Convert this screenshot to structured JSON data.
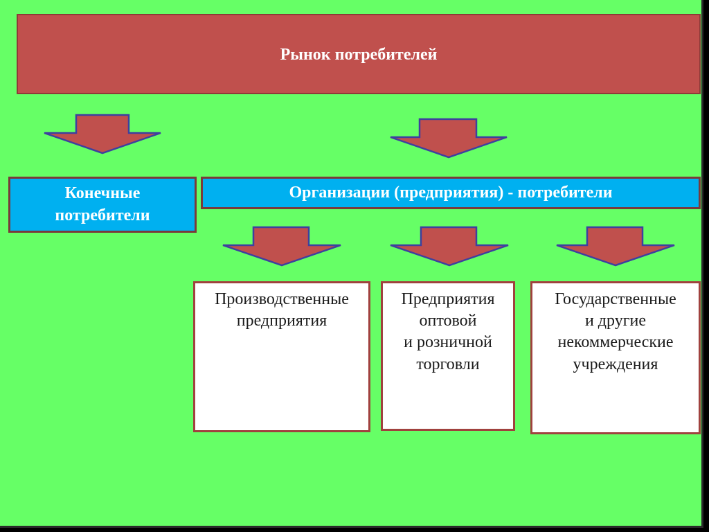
{
  "diagram": {
    "root": {
      "label": "Рынок потребителей"
    },
    "level2": [
      {
        "lines": [
          "Конечные",
          "потребители"
        ]
      },
      {
        "lines": [
          "Организации (предприятия) - потребители"
        ]
      }
    ],
    "level3": [
      {
        "lines": [
          "Производственные",
          "предприятия"
        ]
      },
      {
        "lines": [
          "Предприятия",
          "оптовой",
          "и розничной",
          "торговли"
        ]
      },
      {
        "lines": [
          "Государственные",
          "и другие",
          "некоммерческие",
          "учреждения"
        ]
      }
    ],
    "colors": {
      "background": "#66ff66",
      "root_fill": "#c0504d",
      "level2_fill": "#00b0f0",
      "arrow_fill": "#c0504d",
      "arrow_stroke": "#3f3f9f"
    }
  }
}
